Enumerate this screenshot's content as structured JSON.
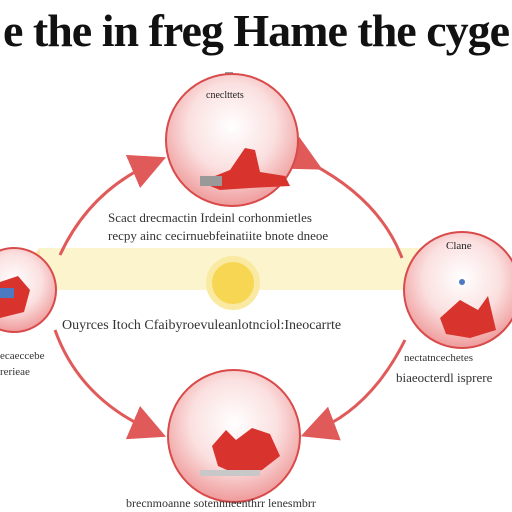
{
  "title": "e the in freg Hame the cyge",
  "stages": {
    "top": {
      "label": "cneclttets"
    },
    "right": {
      "label": "Clane"
    },
    "bottom": {
      "label": ""
    },
    "left": {
      "label": ""
    }
  },
  "captions": {
    "center_line1": "Scact drecmactin  Irdeinl corhonmietles",
    "center_line2": "recpy ainc cecirnuebfeinatiite  bnote dneoe",
    "middle": "Ouyrces  Itoch Cfaibyroevuleanlotnciol:Ineocarrte",
    "left_line1": "ecaeccebe",
    "left_line2": "rerieae",
    "right_line1": "nectatncechetes",
    "right_line2": "biaeocterdl isprere",
    "bottom": "brecnmoanne sotennneenthrr lenesmbrr"
  },
  "colors": {
    "arrow": "#e05a5a",
    "circle_fill": "#f6c9c9",
    "circle_stroke": "#d94a4a",
    "band": "#fbf3c8",
    "sun": "#f7d654",
    "figure": "#d8332c"
  }
}
